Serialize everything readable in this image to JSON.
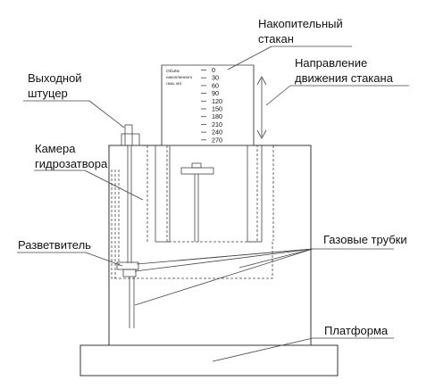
{
  "labels": {
    "cup_line1": "Накопительный",
    "cup_line2": "стакан",
    "dir_line1": "Направление",
    "dir_line2": "движения стакана",
    "outlet_line1": "Выходной",
    "outlet_line2": "штуцер",
    "chamber_line1": "Камера",
    "chamber_line2": "гидрозатвора",
    "splitter": "Разветвитель",
    "tubes": "Газовые трубки",
    "platform": "Платформа"
  },
  "scale": {
    "caption_lines": [
      "Объём",
      "накопленного",
      "газа, мл"
    ],
    "ticks": [
      "0",
      "30",
      "60",
      "90",
      "120",
      "150",
      "180",
      "210",
      "240",
      "270"
    ]
  }
}
